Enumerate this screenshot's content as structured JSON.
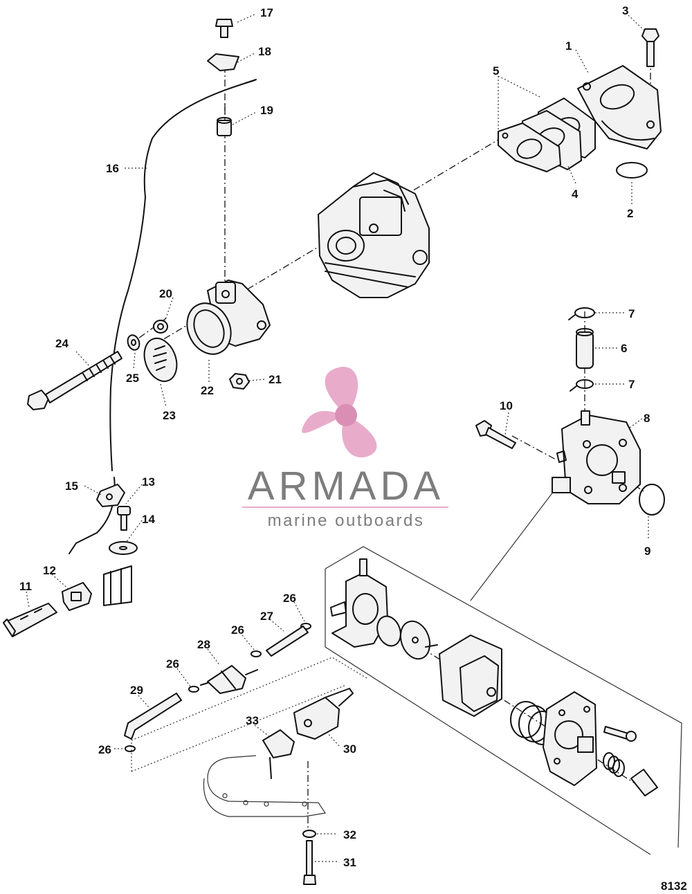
{
  "diagram_id": "8132",
  "watermark": {
    "brand": "ARMADA",
    "tagline": "marine outboards",
    "logo_color": "#e7a8c8",
    "text_color": "#7a7a7a"
  },
  "callouts": {
    "c1": "1",
    "c2": "2",
    "c3": "3",
    "c4": "4",
    "c5": "5",
    "c6": "6",
    "c7a": "7",
    "c7b": "7",
    "c8": "8",
    "c9": "9",
    "c10": "10",
    "c11": "11",
    "c12": "12",
    "c13": "13",
    "c14": "14",
    "c15": "15",
    "c16": "16",
    "c17": "17",
    "c18": "18",
    "c19": "19",
    "c20": "20",
    "c21": "21",
    "c22": "22",
    "c23": "23",
    "c24": "24",
    "c25": "25",
    "c26a": "26",
    "c26b": "26",
    "c26c": "26",
    "c26d": "26",
    "c27": "27",
    "c28": "28",
    "c29": "29",
    "c30": "30",
    "c31": "31",
    "c32": "32",
    "c33": "33"
  }
}
